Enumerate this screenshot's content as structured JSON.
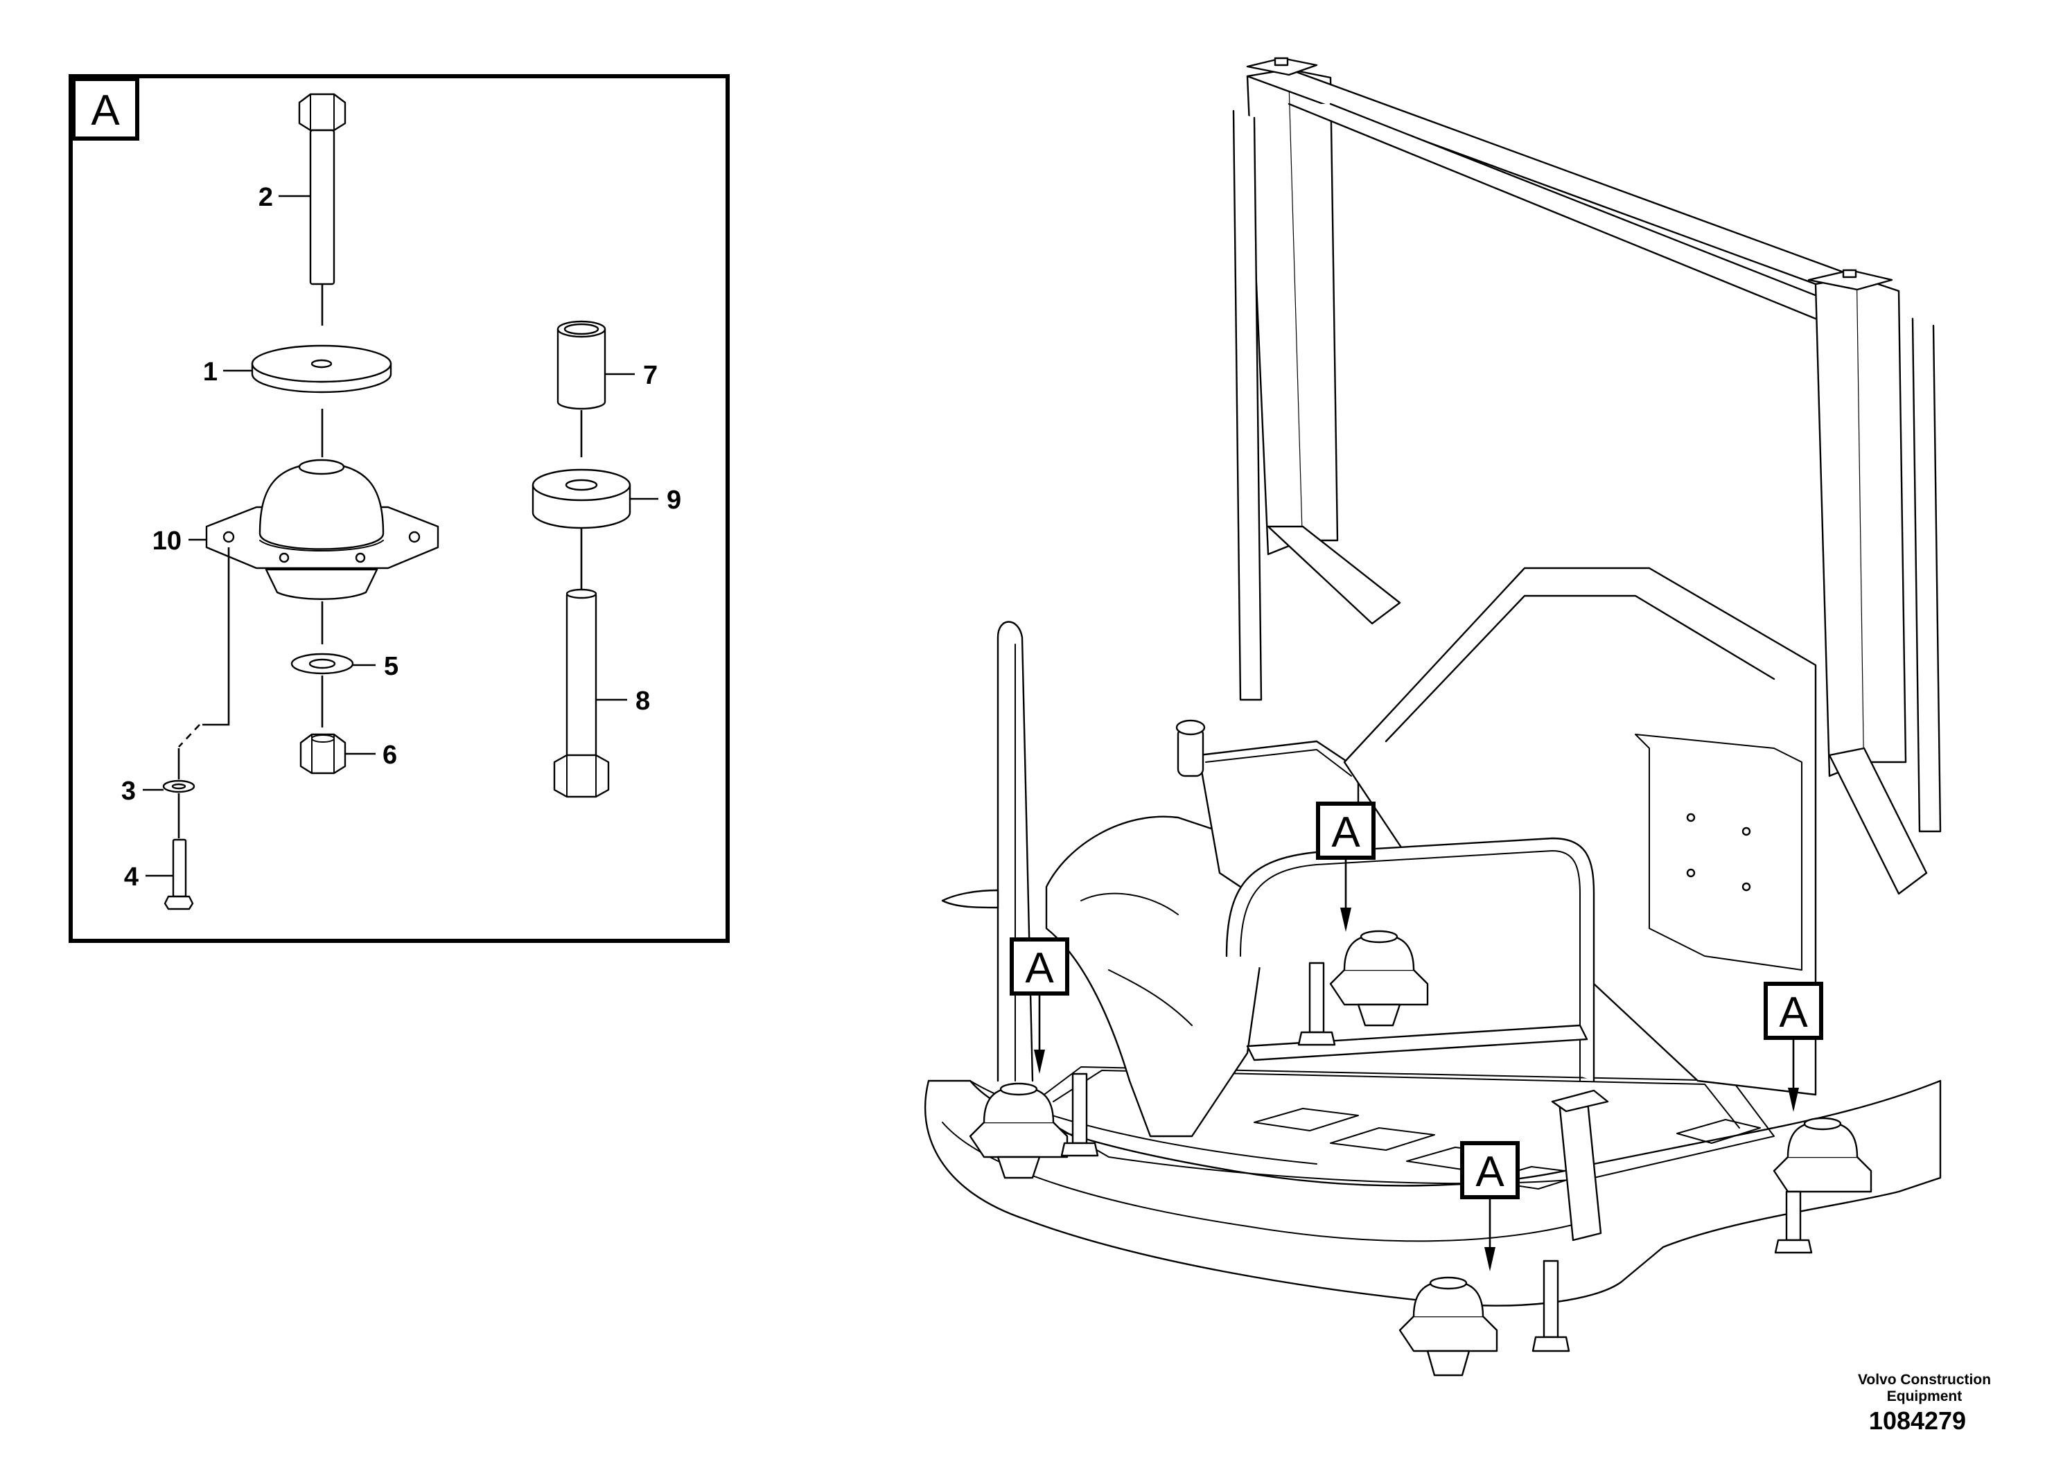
{
  "detail_view": {
    "label": "A",
    "parts": [
      {
        "number": "1",
        "name": "washer"
      },
      {
        "number": "2",
        "name": "bolt"
      },
      {
        "number": "3",
        "name": "washer"
      },
      {
        "number": "4",
        "name": "screw"
      },
      {
        "number": "5",
        "name": "washer"
      },
      {
        "number": "6",
        "name": "nut"
      },
      {
        "number": "7",
        "name": "sleeve"
      },
      {
        "number": "8",
        "name": "bolt"
      },
      {
        "number": "9",
        "name": "spacer"
      },
      {
        "number": "10",
        "name": "rubber-mount"
      }
    ]
  },
  "location_tags": [
    "A",
    "A",
    "A",
    "A"
  ],
  "footer": {
    "brand_line1": "Volvo Construction",
    "brand_line2": "Equipment",
    "drawing_number": "1084279"
  }
}
